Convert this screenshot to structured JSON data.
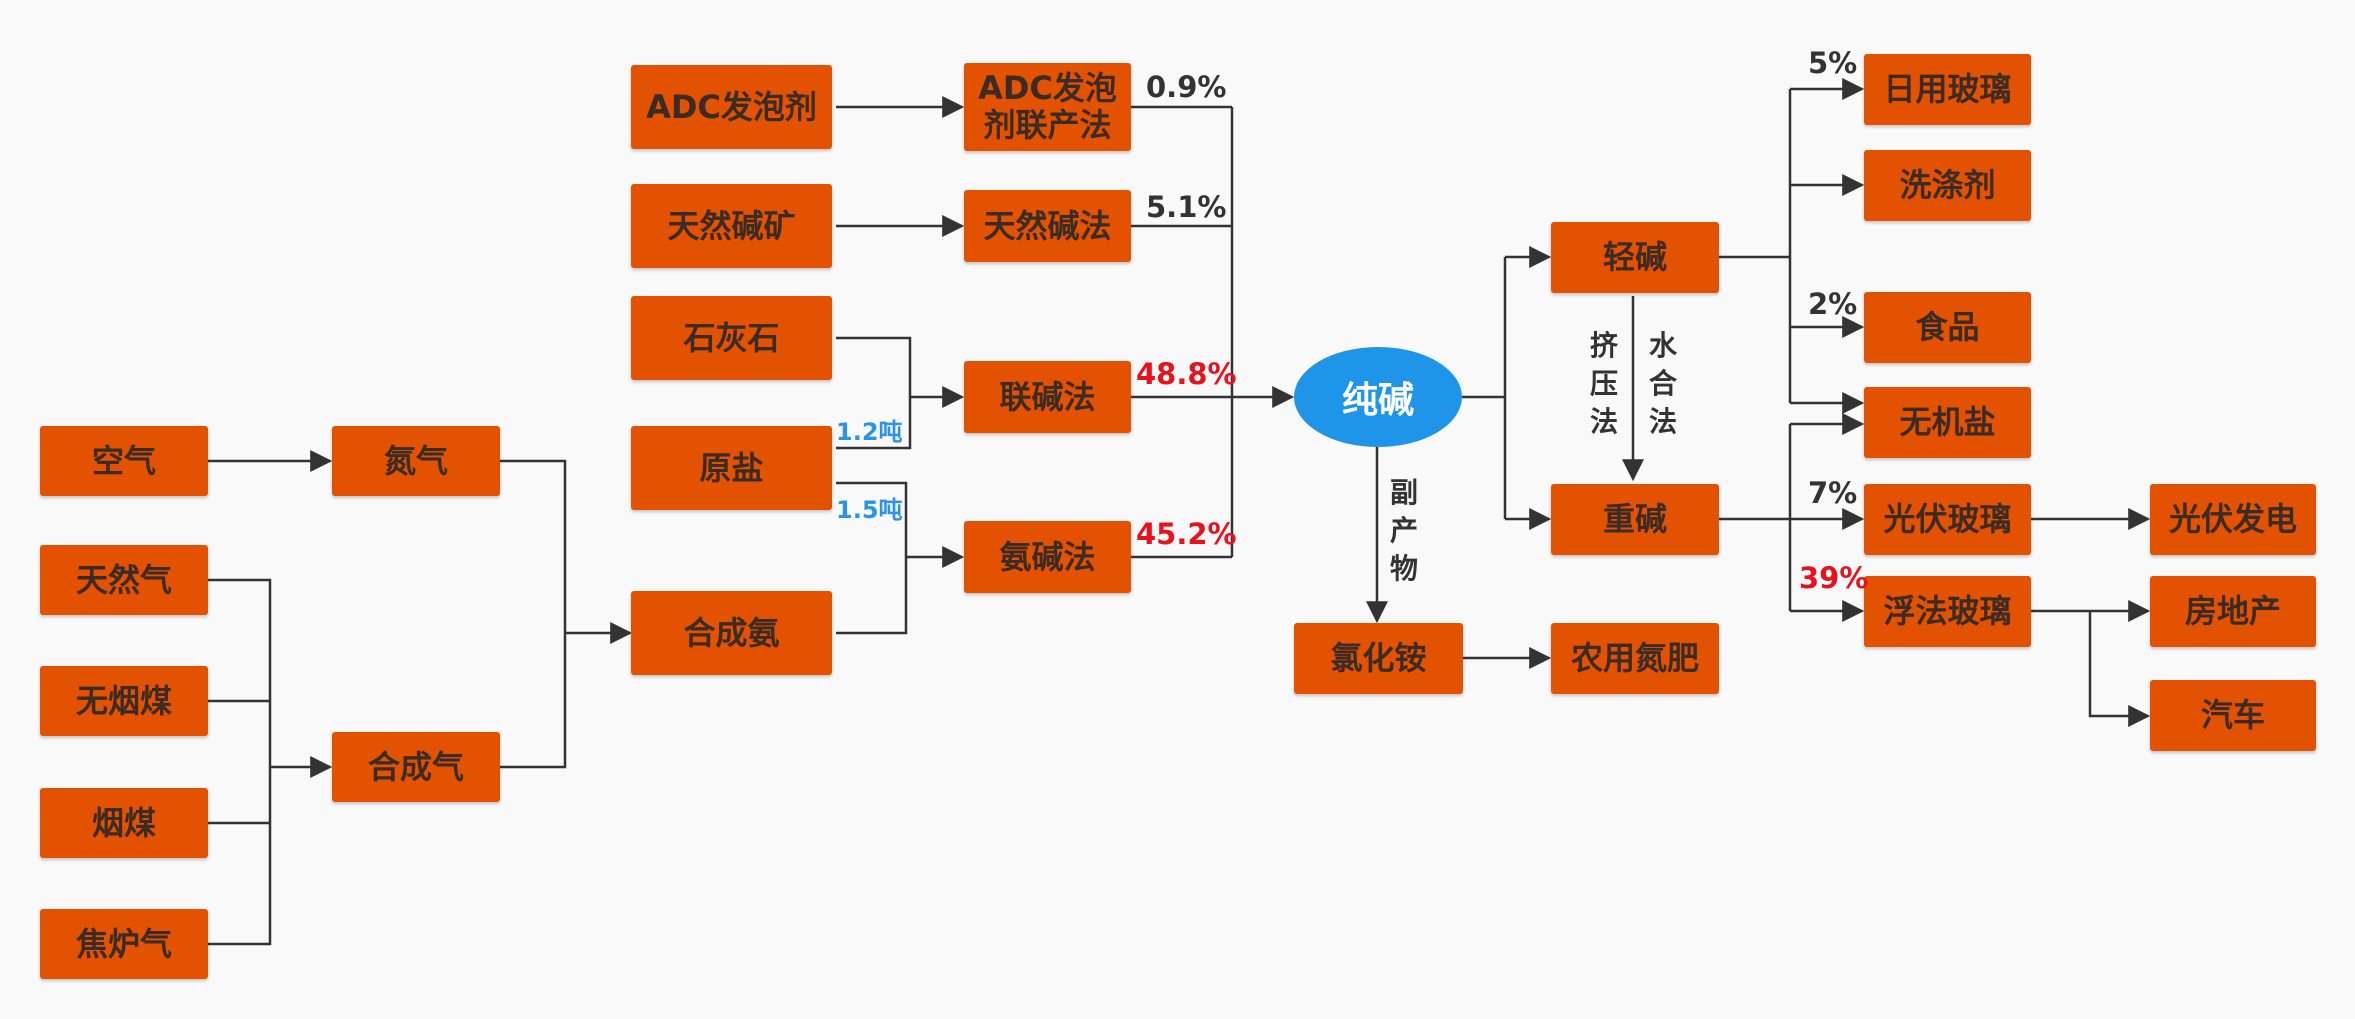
{
  "nodes": {
    "adc_agent": "ADC发泡剂",
    "adc_method": "ADC发泡剂联产法",
    "trona_ore": "天然碱矿",
    "trona_method": "天然碱法",
    "limestone": "石灰石",
    "raw_salt": "原盐",
    "combined_method": "联碱法",
    "ammonia_method": "氨碱法",
    "air": "空气",
    "nitrogen": "氮气",
    "natural_gas": "天然气",
    "anthracite": "无烟煤",
    "bituminous_coal": "烟煤",
    "coke_oven_gas": "焦炉气",
    "syngas": "合成气",
    "synthetic_ammonia": "合成氨",
    "soda_ash": "纯碱",
    "ammonium_chloride": "氯化铵",
    "agri_nitrogen_fertilizer": "农用氮肥",
    "light_soda": "轻碱",
    "heavy_soda": "重碱",
    "daily_glass": "日用玻璃",
    "detergent": "洗涤剂",
    "food": "食品",
    "inorganic_salt": "无机盐",
    "pv_glass": "光伏玻璃",
    "float_glass": "浮法玻璃",
    "pv_power": "光伏发电",
    "real_estate": "房地产",
    "automobile": "汽车"
  },
  "labels": {
    "adc_share": "0.9%",
    "trona_share": "5.1%",
    "combined_share": "48.8%",
    "ammonia_share": "45.2%",
    "ton_combined": "1.2吨",
    "ton_ammonia": "1.5吨",
    "daily_glass_share": "5%",
    "food_share": "2%",
    "pv_glass_share": "7%",
    "float_glass_share": "39%",
    "extrusion": "挤压法",
    "hydration": "水合法",
    "byproduct": "副产物"
  },
  "colors": {
    "box": "#e35200",
    "box_text": "#3b2b22",
    "ellipse": "#1f95ea",
    "line": "#333333",
    "highlight": "#e8111c",
    "ton": "#2a95e8"
  }
}
